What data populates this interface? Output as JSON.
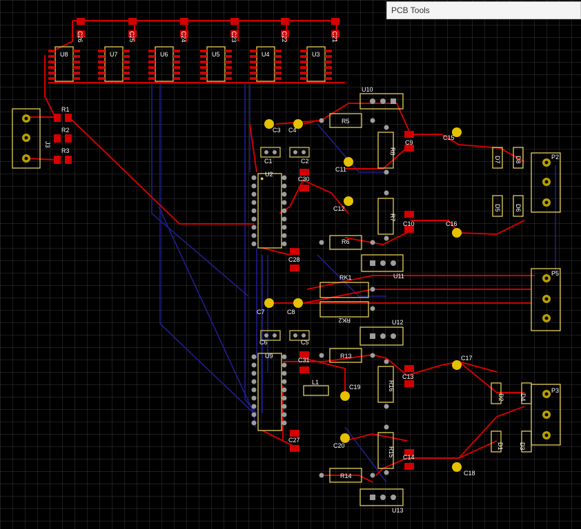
{
  "toolbar": {
    "title": "PCB Tools"
  },
  "colors": {
    "background": "#000000",
    "grid": "#3a3a3a",
    "top_copper": "#d40000",
    "bottom_copper": "#1f1f8f",
    "silkscreen": "#e6d15a",
    "pad": "#e5c100",
    "label": "#ffffff"
  },
  "components": {
    "capacitors_top": [
      "C26",
      "C25",
      "C24",
      "C23",
      "C22",
      "C21"
    ],
    "ics": [
      "U8",
      "U7",
      "U6",
      "U5",
      "U4",
      "U3",
      "U2",
      "U9"
    ],
    "regulators": [
      "U10",
      "U11",
      "U12",
      "U13"
    ],
    "resistors": [
      "R1",
      "R2",
      "R3",
      "R5",
      "R6",
      "R7",
      "R8",
      "R13",
      "R14",
      "R15",
      "R16",
      "RK1",
      "RK2"
    ],
    "caps": [
      "C1",
      "C2",
      "C3",
      "C4",
      "C5",
      "C6",
      "C7",
      "C8",
      "C9",
      "C10",
      "C11",
      "C12",
      "C13",
      "C14",
      "C15",
      "C16",
      "C17",
      "C18",
      "C19",
      "C20",
      "C27",
      "C28",
      "C30",
      "C31"
    ],
    "diodes": [
      "D1",
      "D2",
      "D3",
      "D4",
      "D5",
      "D6",
      "D7",
      "D8"
    ],
    "connectors": [
      "J3",
      "P2",
      "P3",
      "P5"
    ],
    "inductor": "L1"
  }
}
